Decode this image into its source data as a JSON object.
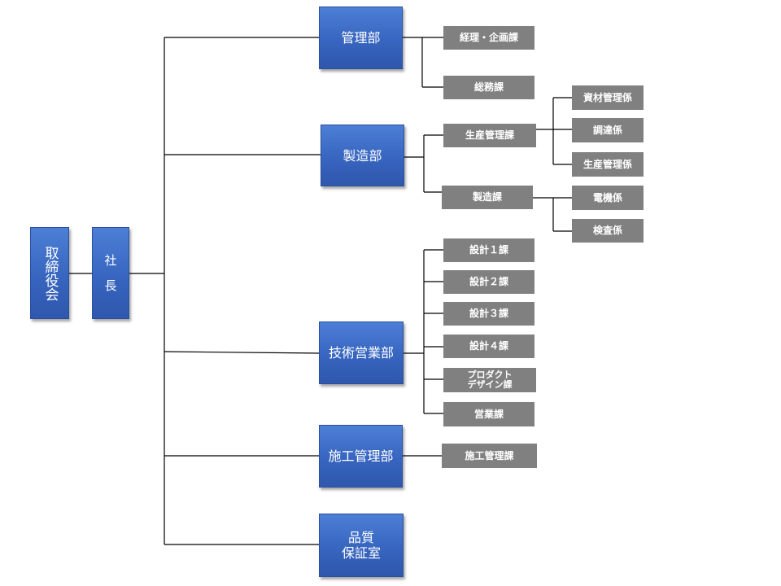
{
  "top": {
    "board": "取締役会",
    "president_line1": "社",
    "president_line2": "長"
  },
  "departments": {
    "kanri": "管理部",
    "seizo": "製造部",
    "gijutsu": "技術営業部",
    "seko": "施工管理部",
    "hinshitsu": "品質\n保証室"
  },
  "sections": {
    "keiri_kikaku": "経理・企画課",
    "somu": "総務課",
    "seisan_kanri": "生産管理課",
    "seizo_ka": "製造課",
    "sekkei1": "設計１課",
    "sekkei2": "設計２課",
    "sekkei3": "設計３課",
    "sekkei4": "設計４課",
    "product_design": "プロダクト\nデザイン課",
    "eigyo": "営業課",
    "seko_kanri_ka": "施工管理課"
  },
  "subsections": {
    "shizai": "資材管理係",
    "chotatsu": "調達係",
    "seisan_kanri_kakari": "生産管理係",
    "denki": "電機係",
    "kensa": "検査係"
  },
  "colors": {
    "department_fill": "#3a68c2",
    "section_fill": "#808080",
    "line": "#000000"
  }
}
